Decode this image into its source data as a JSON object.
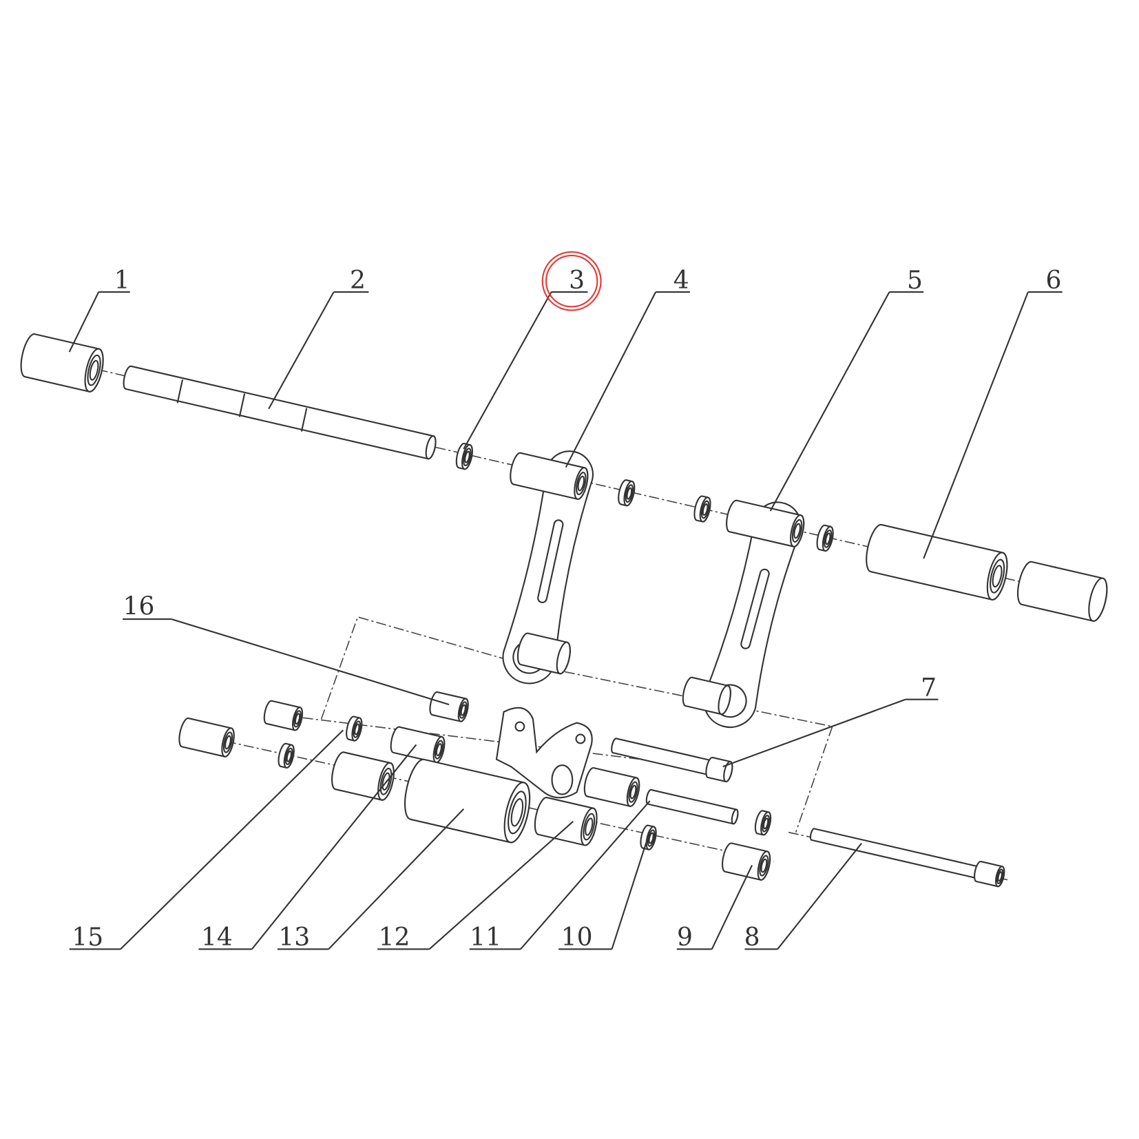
{
  "diagram": {
    "type": "exploded-parts-diagram",
    "callouts": [
      "1",
      "2",
      "3",
      "4",
      "5",
      "6",
      "7",
      "8",
      "9",
      "10",
      "11",
      "12",
      "13",
      "14",
      "15",
      "16"
    ],
    "highlighted_callout": "3",
    "highlight_color": "#e53935",
    "line_color": "#333333"
  }
}
